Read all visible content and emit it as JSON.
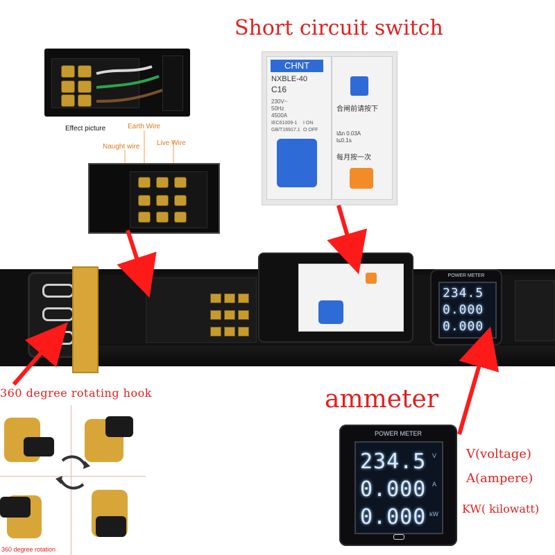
{
  "labels": {
    "short_circuit_switch": "Short circuit switch",
    "effect_picture": "Effect picture",
    "earth_wire": "Earth Wire",
    "naught_wire": "Naught wire",
    "live_wire": "Live Wire",
    "rotating_hook": "360 degree rotating hook",
    "rotating_caption": "360 degree rotation",
    "ammeter": "ammeter",
    "v": "V(voltage)",
    "a": "A(ampere)",
    "kw": "KW( kilowatt)"
  },
  "breaker": {
    "brand": "CHNT",
    "model": "NXBLE-40",
    "rating": "C16",
    "specs": [
      "230V~",
      "50Hz",
      "4500A"
    ],
    "standards": [
      "IEC61009-1",
      "GB/T16917.1"
    ],
    "on_off": [
      "I ON",
      "O OFF"
    ],
    "trip": [
      "IΔn 0.03A",
      "t≤0.1s"
    ],
    "note1": "合闸前请按下",
    "note2": "每月按一次"
  },
  "meter": {
    "label": "POWER METER",
    "voltage": "234.5",
    "current": "0.000",
    "power": "0.000",
    "unit_v": "V",
    "unit_a": "A",
    "unit_kw": "kW"
  },
  "colors": {
    "red": "#e41e1e",
    "brass": "#c69a2e",
    "rail": "#111111",
    "blue": "#2f6bd6",
    "orange": "#f28c28",
    "hook_yellow": "#d8a638"
  }
}
